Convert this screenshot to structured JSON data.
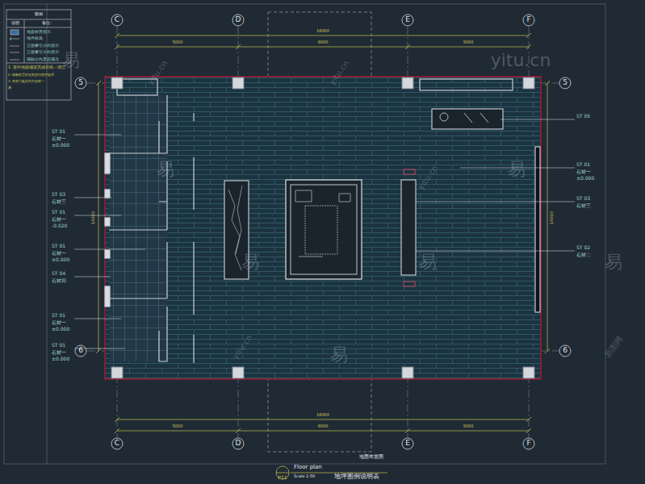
{
  "diagram": {
    "caption": "地面布置图",
    "labels": [
      "C",
      "D",
      "E",
      "F",
      "C",
      "D",
      "E",
      "F",
      "5",
      "5",
      "6",
      "6",
      "16000",
      "5000",
      "6000",
      "5000",
      "16000",
      "5000",
      "6000",
      "5000",
      "14000",
      "14000",
      "ST 01",
      "石材一",
      "±0.000",
      "ST 03",
      "石材三",
      "ST 01",
      "石材一",
      "-0.020",
      "ST 01",
      "石材一",
      "±0.000",
      "ST 04",
      "石材四",
      "ST 01",
      "石材一",
      "±0.000",
      "ST 01",
      "石材一",
      "±0.000",
      "ST 05",
      "ST 01",
      "石材一",
      "±0.000",
      "ST 03",
      "石材三",
      "ST 02",
      "石材二",
      "P11",
      "Floor plan",
      "Scale 1:50",
      "地坪图例说明表",
      "图例",
      "说明",
      "备注:",
      "1. 室外地面铺设完成后统一清洁",
      "2. 铺装前需对石材进行防护处理",
      "3. 所有门槛石均为石材一",
      "易",
      "易",
      "易",
      "易",
      "易",
      "易",
      "易",
      "易",
      "yitu.cn",
      "yitu.cn",
      "yitu.cn",
      "yitu.cn",
      "yitu.cn",
      "易图网"
    ],
    "legend": [
      {
        "text": "地面材质指示"
      },
      {
        "text": "地坪标高"
      },
      {
        "text": "立面索引方向指示"
      },
      {
        "text": "立面索引方向指示"
      },
      {
        "text": "铺贴方向及起铺点"
      }
    ]
  }
}
